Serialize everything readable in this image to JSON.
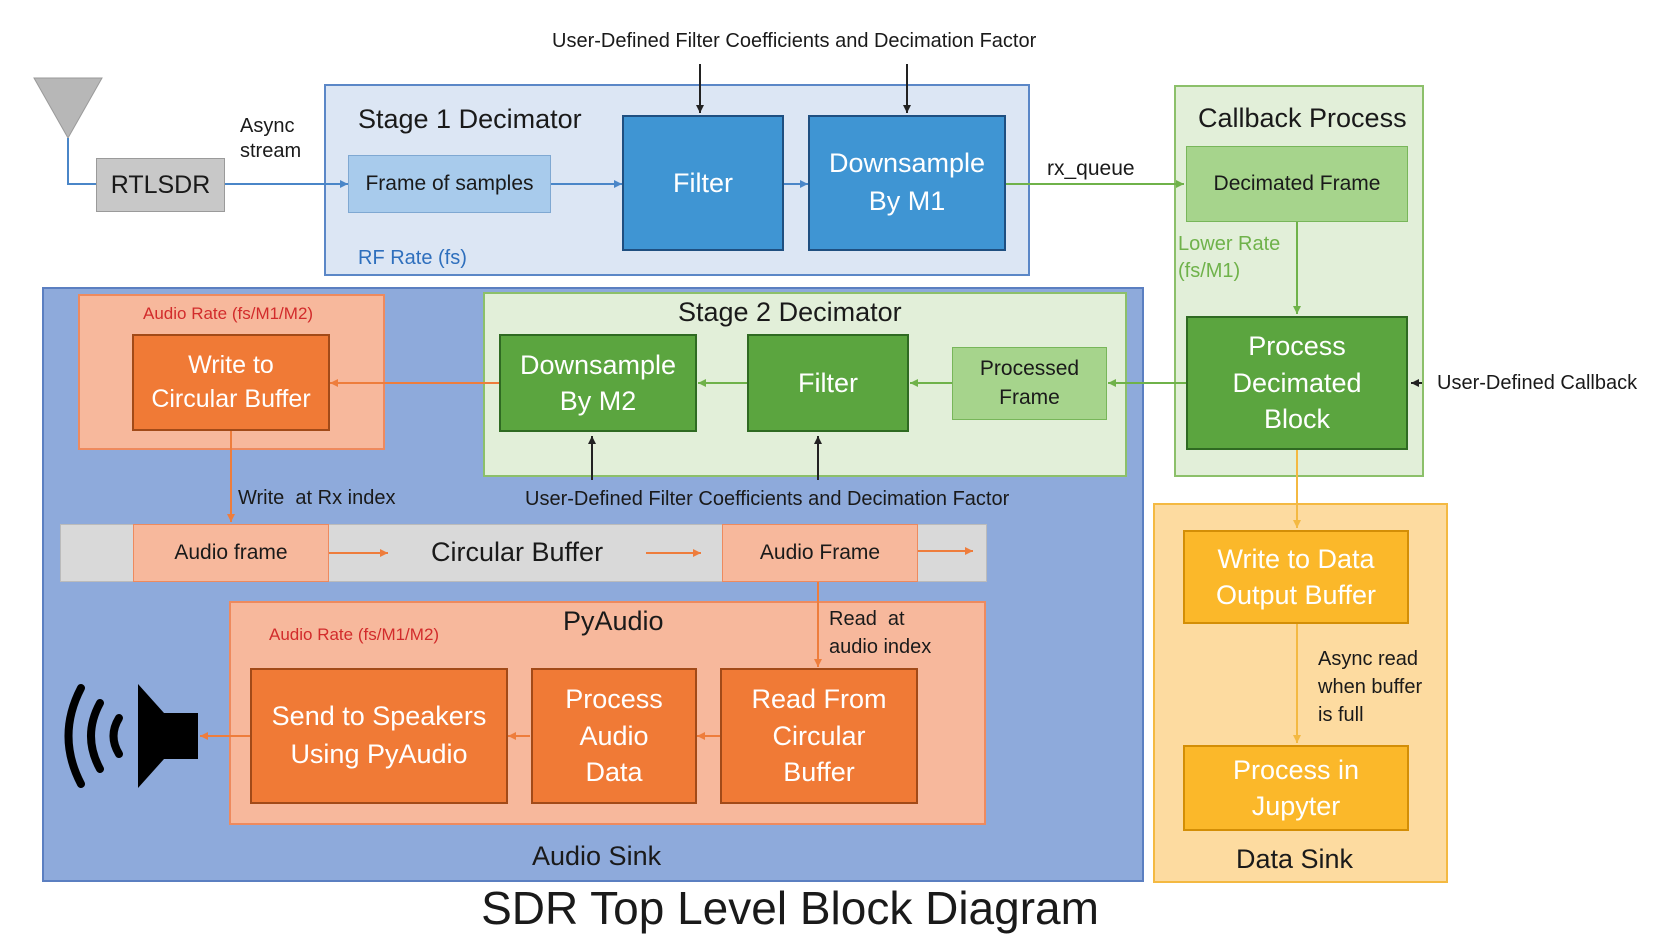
{
  "title": "SDR Top Level Block Diagram",
  "top_annotation": "User-Defined Filter Coefficients and Decimation Factor",
  "antenna": {
    "icon": "antenna-icon"
  },
  "rtlsdr": {
    "label": "RTLSDR",
    "link_label": "Async\nstream"
  },
  "stage1": {
    "title": "Stage 1 Decimator",
    "rate": "RF Rate (fs)",
    "frame": "Frame of samples",
    "filter": "Filter",
    "downsample": "Downsample\nBy M1"
  },
  "rx_queue_label": "rx_queue",
  "callback": {
    "title": "Callback Process",
    "decimated_frame": "Decimated Frame",
    "lower_rate": "Lower Rate\n(fs/M1)",
    "process_block": "Process\nDecimated\nBlock",
    "user_callback": "User-Defined Callback"
  },
  "stage2": {
    "title": "Stage 2 Decimator",
    "processed_frame": "Processed\nFrame",
    "filter": "Filter",
    "downsample": "Downsample\nBy M2",
    "annotation": "User-Defined Filter Coefficients and Decimation Factor"
  },
  "audio_write": {
    "rate": "Audio Rate (fs/M1/M2)",
    "block": "Write to\nCircular Buffer",
    "write_label": "Write  at Rx index"
  },
  "circular_buffer": {
    "label": "Circular Buffer",
    "frame_left": "Audio frame",
    "frame_right": "Audio Frame"
  },
  "pyaudio": {
    "title": "PyAudio",
    "rate": "Audio Rate (fs/M1/M2)",
    "read_label": "Read  at\naudio index",
    "send": "Send to Speakers\nUsing PyAudio",
    "process": "Process\nAudio\nData",
    "read": "Read From\nCircular\nBuffer"
  },
  "audio_sink_label": "Audio Sink",
  "speaker": {
    "icon": "speaker-icon"
  },
  "data_sink": {
    "label": "Data Sink",
    "write": "Write to Data\nOutput Buffer",
    "async_read": "Async read\nwhen buffer\nis full",
    "process": "Process in\nJupyter"
  },
  "colors": {
    "blue_arrow": "#4a86c8",
    "green_arrow": "#6fb24a",
    "orange_arrow": "#ee7d3c",
    "yellow_arrow": "#f4b942",
    "black_arrow": "#222222",
    "rate_red": "#d22b2b",
    "rate_blue": "#2e6fbd",
    "rate_green": "#6fb24a"
  }
}
